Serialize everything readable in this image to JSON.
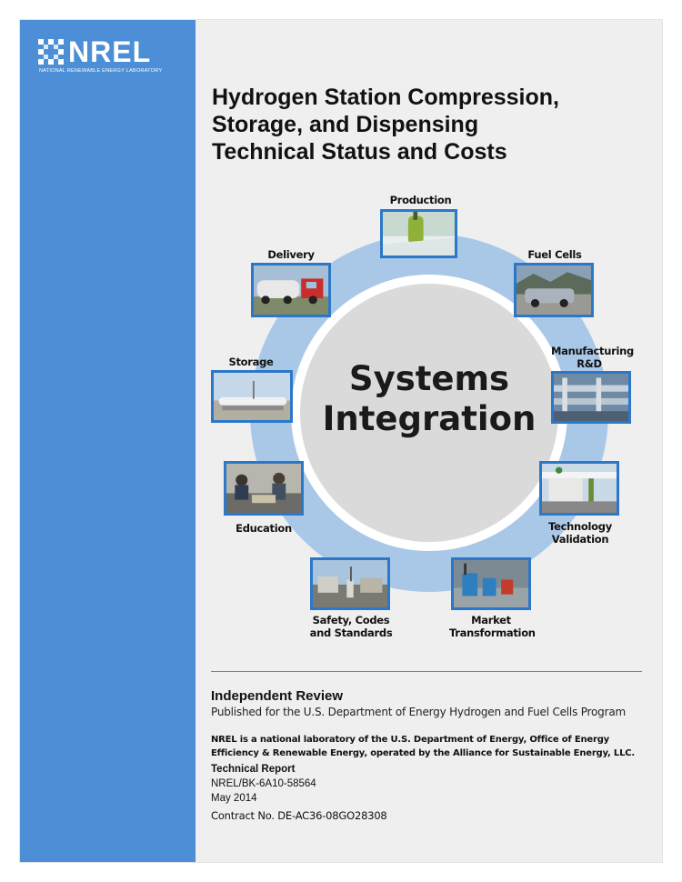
{
  "logo": {
    "wordmark": "NREL",
    "subtitle": "NATIONAL RENEWABLE ENERGY LABORATORY"
  },
  "title_lines": [
    "Hydrogen Station Compression,",
    "Storage, and Dispensing",
    "Technical Status and Costs"
  ],
  "diagram": {
    "center": [
      "Systems",
      "Integration"
    ],
    "items": {
      "production": "Production",
      "fuel_cells": "Fuel Cells",
      "manufacturing": [
        "Manufacturing",
        "R&D"
      ],
      "technology_validation": [
        "Technology",
        "Validation"
      ],
      "market_transformation": [
        "Market",
        "Transformation"
      ],
      "safety": [
        "Safety, Codes",
        "and Standards"
      ],
      "education": "Education",
      "storage": "Storage",
      "delivery": "Delivery"
    }
  },
  "review": {
    "heading": "Independent Review",
    "published": "Published for the U.S. Department of Energy Hydrogen and Fuel Cells Program",
    "nrel_description": [
      "NREL is a national laboratory of the U.S. Department of Energy, Office of Energy",
      "Efficiency & Renewable Energy, operated by the Alliance for Sustainable Energy, LLC."
    ],
    "report_type": "Technical Report",
    "report_number": "NREL/BK-6A10-58564",
    "date": "May 2014",
    "contract": "Contract No. DE-AC36-08GO28308"
  },
  "colors": {
    "sidebar": "#4c8fd6",
    "ring": "#a9c8e8",
    "photo_border": "#2b78c9"
  }
}
